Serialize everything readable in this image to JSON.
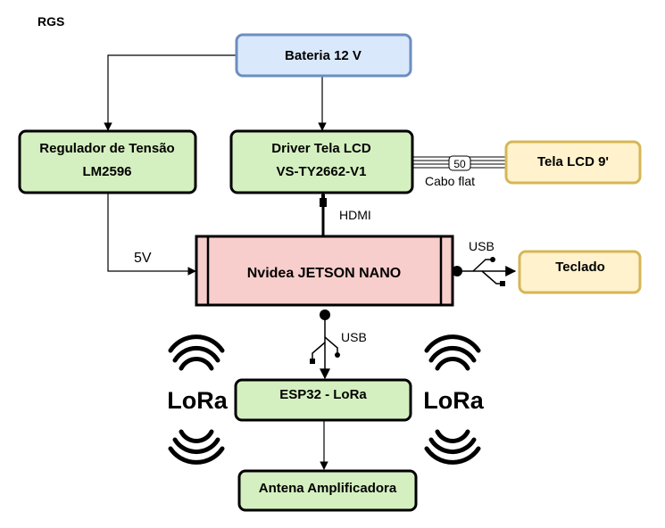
{
  "title": "RGS",
  "blocks": {
    "battery": {
      "label": "Bateria 12 V",
      "fill": "#dae8fc",
      "stroke": "#6c8ebf"
    },
    "regulator": {
      "line1": "Regulador de Tensão",
      "line2": "LM2596",
      "fill": "#d5f0c0",
      "stroke": "#000000"
    },
    "driver": {
      "line1": "Driver Tela LCD",
      "line2": "VS-TY2662-V1",
      "fill": "#d5f0c0",
      "stroke": "#000000"
    },
    "screen": {
      "label": "Tela LCD 9'",
      "fill": "#fff2cc",
      "stroke": "#d6b656"
    },
    "jetson": {
      "label": "Nvidea JETSON NANO",
      "fill": "#f8cecc",
      "stroke": "#000000"
    },
    "keyboard": {
      "label": "Teclado",
      "fill": "#fff2cc",
      "stroke": "#d6b656"
    },
    "esp32": {
      "label": "ESP32 - LoRa",
      "fill": "#d5f0c0",
      "stroke": "#000000"
    },
    "antenna": {
      "label": "Antena Amplificadora",
      "fill": "#d5f0c0",
      "stroke": "#000000"
    }
  },
  "connections": {
    "flat_cable_label": "Cabo flat",
    "flat_cable_count": "50",
    "hdmi_label": "HDMI",
    "power_label": "5V",
    "usb_keyboard_label": "USB",
    "usb_esp_label": "USB"
  },
  "badges": {
    "lora_left": "LoRa",
    "lora_right": "LoRa"
  }
}
